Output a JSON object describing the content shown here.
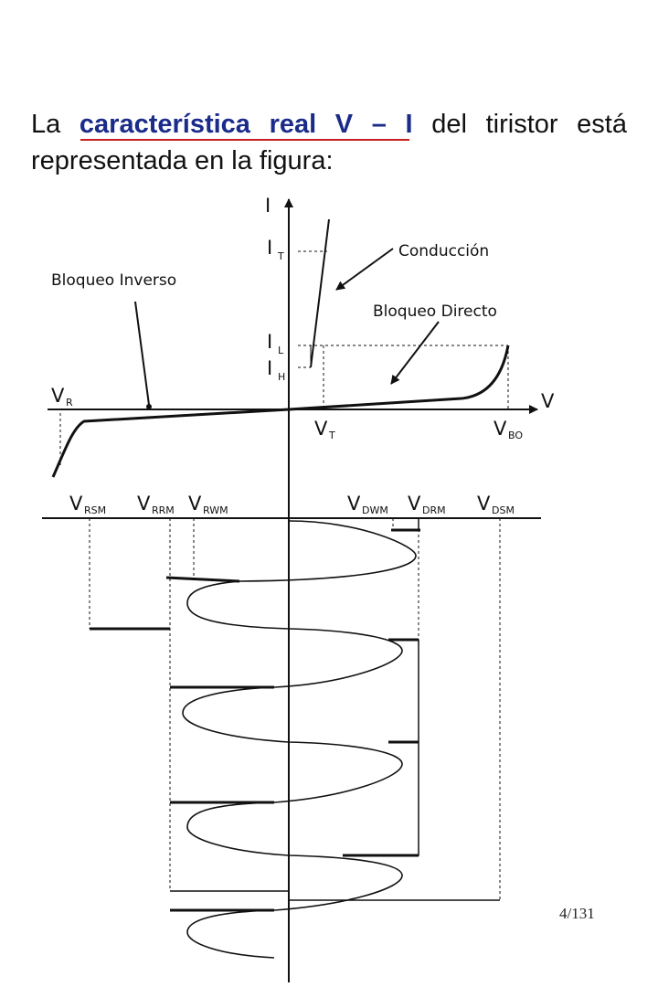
{
  "title": {
    "prefix": "La",
    "highlight": "característica real V – I",
    "suffix": "del tiristor está",
    "line2": "representada en la figura:"
  },
  "diagram": {
    "axis_i": "I",
    "axis_v": "V",
    "labels": {
      "it": {
        "main": "I",
        "sub": "T"
      },
      "il": {
        "main": "I",
        "sub": "L"
      },
      "ih": {
        "main": "I",
        "sub": "H"
      },
      "vr": {
        "main": "V",
        "sub": "R"
      },
      "vt": {
        "main": "V",
        "sub": "T"
      },
      "vbo": {
        "main": "V",
        "sub": "BO"
      },
      "vrsm": {
        "main": "V",
        "sub": "RSM"
      },
      "vrrm": {
        "main": "V",
        "sub": "RRM"
      },
      "vrwm": {
        "main": "V",
        "sub": "RWM"
      },
      "vdwm": {
        "main": "V",
        "sub": "DWM"
      },
      "vdrm": {
        "main": "V",
        "sub": "DRM"
      },
      "vdsm": {
        "main": "V",
        "sub": "DSM"
      }
    },
    "annotations": {
      "conduccion": "Conducción",
      "bloqueo_inverso": "Bloqueo Inverso",
      "bloqueo_directo": "Bloqueo Directo"
    }
  },
  "page_number": "4/131"
}
